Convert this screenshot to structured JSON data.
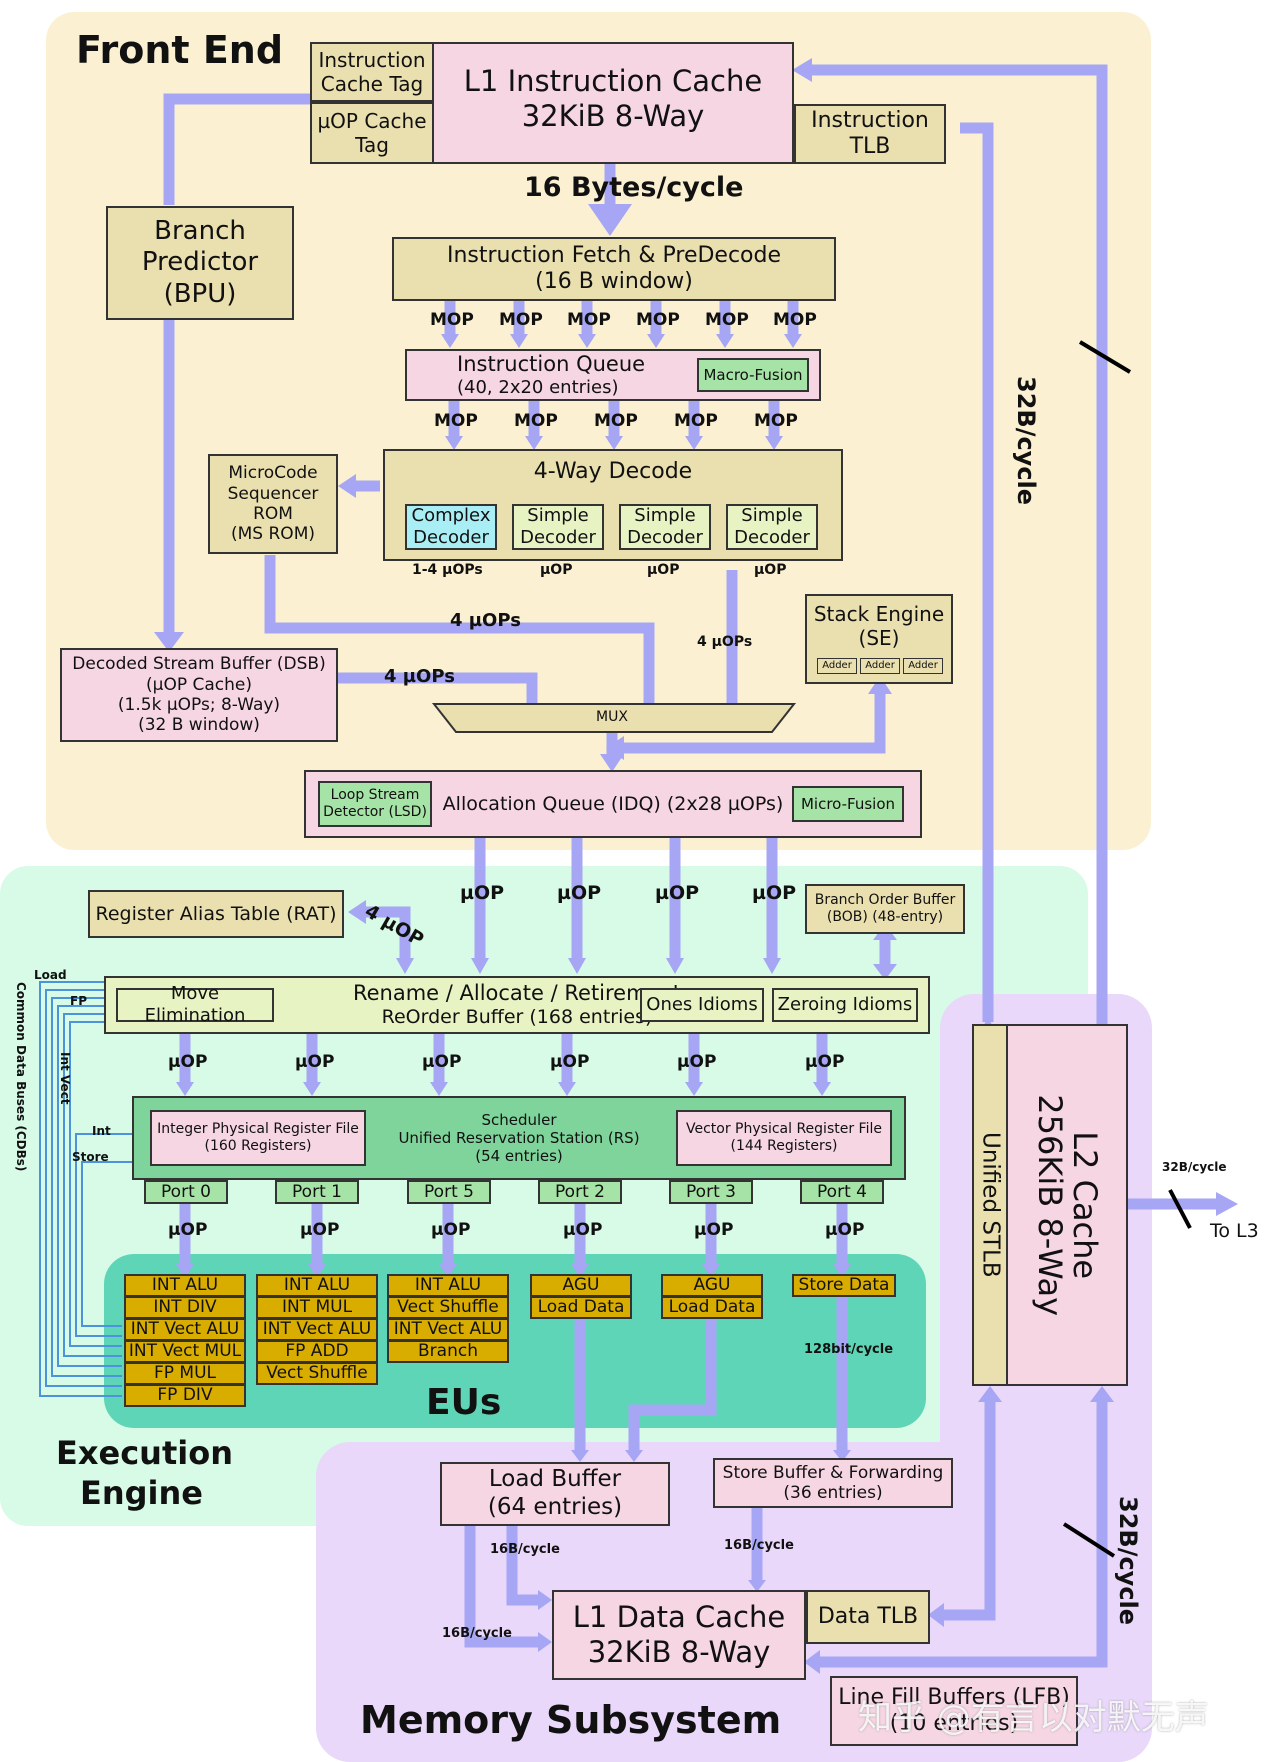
{
  "regions": {
    "front_end": "Front End",
    "execution_engine_1": "Execution",
    "execution_engine_2": "Engine",
    "memory_subsystem": "Memory Subsystem",
    "eus": "EUs"
  },
  "front_end": {
    "itag_1": "Instruction",
    "itag_2": "Cache Tag",
    "uoptag_1": "µOP Cache",
    "uoptag_2": "Tag",
    "l1i_1": "L1 Instruction Cache",
    "l1i_2": "32KiB 8-Way",
    "itlb_1": "Instruction",
    "itlb_2": "TLB",
    "fetch_rate": "16 Bytes/cycle",
    "bpu_1": "Branch",
    "bpu_2": "Predictor",
    "bpu_3": "(BPU)",
    "fetch_1": "Instruction Fetch & PreDecode",
    "fetch_2": "(16 B window)",
    "mop": "MOP",
    "iq_1": "Instruction Queue",
    "iq_2": "(40, 2x20 entries)",
    "macro_fusion": "Macro-Fusion",
    "msrom_1": "MicroCode",
    "msrom_2": "Sequencer",
    "msrom_3": "ROM",
    "msrom_4": "(MS ROM)",
    "decode_title": "4-Way Decode",
    "complex_1": "Complex",
    "decoder": "Decoder",
    "simple_1": "Simple",
    "d_out_1": "1-4 µOPs",
    "uop": "µOP",
    "four_uops": "4 µOPs",
    "stack_1": "Stack Engine",
    "stack_2": "(SE)",
    "adder": "Adder",
    "dsb_1": "Decoded Stream Buffer (DSB)",
    "dsb_2": "(µOP Cache)",
    "dsb_3": "(1.5k µOPs; 8-Way)",
    "dsb_4": "(32 B window)",
    "mux": "MUX",
    "lsd_1": "Loop Stream",
    "lsd_2": "Detector (LSD)",
    "idq": "Allocation Queue (IDQ) (2x28 µOPs)",
    "micro_fusion": "Micro-Fusion",
    "rate_32b": "32B/cycle"
  },
  "execution": {
    "rat": "Register Alias Table (RAT)",
    "four_uop": "4 µOP",
    "bob_1": "Branch Order Buffer",
    "bob_2": "(BOB) (48-entry)",
    "move_elim": "Move Elimination",
    "rename_1": "Rename / Allocate / Retirement",
    "rename_2": "ReOrder Buffer (168 entries)",
    "ones": "Ones Idioms",
    "zeroing": "Zeroing Idioms",
    "sched_1": "Scheduler",
    "sched_2": "Unified Reservation Station (RS)",
    "sched_3": "(54 entries)",
    "iprf_1": "Integer Physical Register File",
    "iprf_2": "(160 Registers)",
    "vprf_1": "Vector Physical Register File",
    "vprf_2": "(144 Registers)",
    "ports": [
      "Port 0",
      "Port 1",
      "Port 5",
      "Port 2",
      "Port 3",
      "Port 4"
    ],
    "cdb_title": "Common Data Buses (CDBs)",
    "cdb_load": "Load",
    "cdb_fp": "FP",
    "cdb_intvect": "Int Vect",
    "cdb_int": "Int",
    "cdb_store": "Store",
    "port0_units": [
      "INT ALU",
      "INT DIV",
      "INT Vect ALU",
      "INT Vect MUL",
      "FP MUL",
      "FP DIV"
    ],
    "port1_units": [
      "INT ALU",
      "INT MUL",
      "INT Vect ALU",
      "FP ADD",
      "Vect Shuffle"
    ],
    "port5_units": [
      "INT ALU",
      "Vect Shuffle",
      "INT Vect ALU",
      "Branch"
    ],
    "port2_units": [
      "AGU",
      "Load Data"
    ],
    "port3_units": [
      "AGU",
      "Load Data"
    ],
    "port4_units": [
      "Store Data"
    ],
    "rate_128": "128bit/cycle"
  },
  "memory": {
    "stlb": "Unified STLB",
    "l2_1": "L2 Cache",
    "l2_2": "256KiB 8-Way",
    "to_l3": "To L3",
    "load_buf_1": "Load Buffer",
    "load_buf_2": "(64 entries)",
    "store_buf_1": "Store Buffer & Forwarding",
    "store_buf_2": "(36 entries)",
    "rate_16": "16B/cycle",
    "l1d_1": "L1 Data Cache",
    "l1d_2": "32KiB 8-Way",
    "dtlb": "Data TLB",
    "lfb_1": "Line Fill Buffers (LFB)",
    "lfb_2": "(10 entries)"
  },
  "watermark": "知乎 @有言以对默无声",
  "colors": {
    "front_end_bg": "#fbf1d2",
    "execution_bg": "#d7fbe6",
    "eus_bg": "#5dd5b6",
    "memory_bg": "#e9d8fa",
    "arrow": "#a6a6f5",
    "bus": "#4c92dc"
  }
}
